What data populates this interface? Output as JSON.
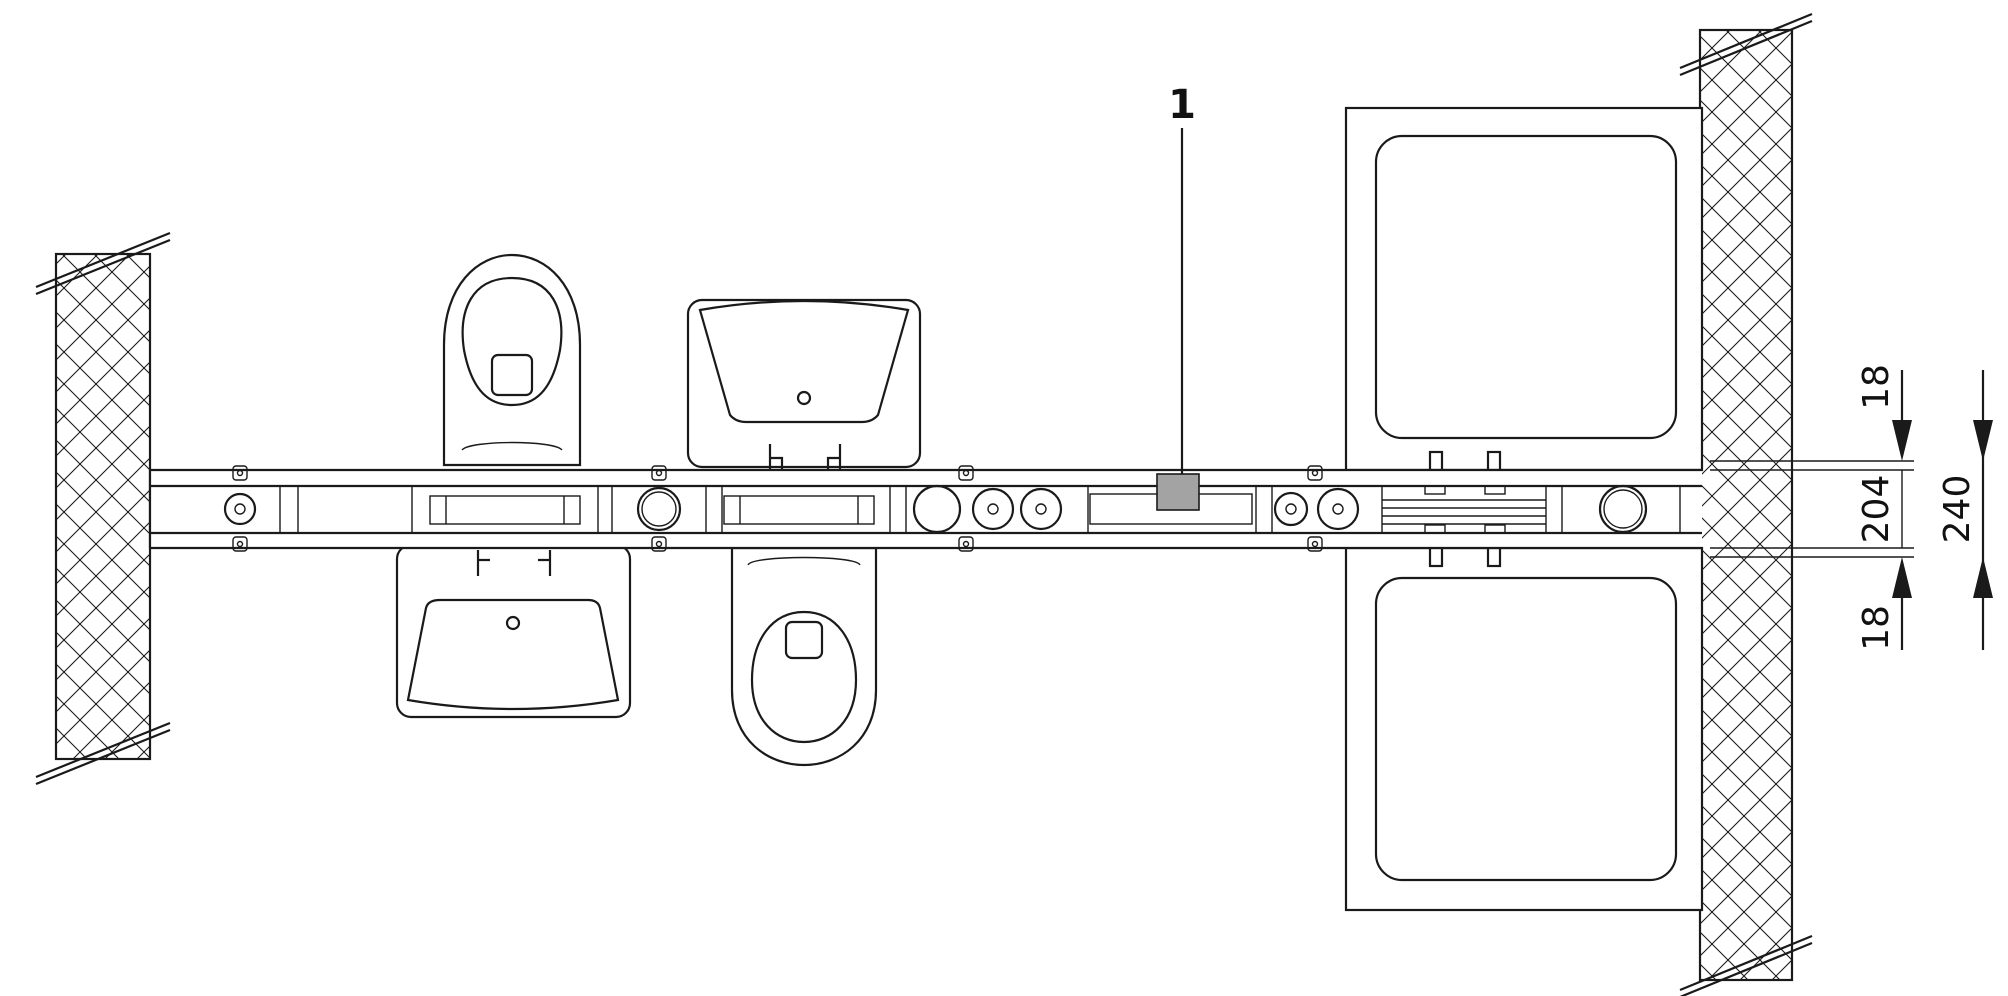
{
  "callout": {
    "label": "1",
    "color": "#a3a3a3"
  },
  "dimensions": {
    "frame_side_top": "18",
    "frame_inner": "204",
    "frame_side_bottom": "18",
    "overall_depth": "240"
  },
  "colors": {
    "line": "#1a1a1a",
    "wall_fill": "#ffffff",
    "marker_fill": "#a3a3a3"
  }
}
